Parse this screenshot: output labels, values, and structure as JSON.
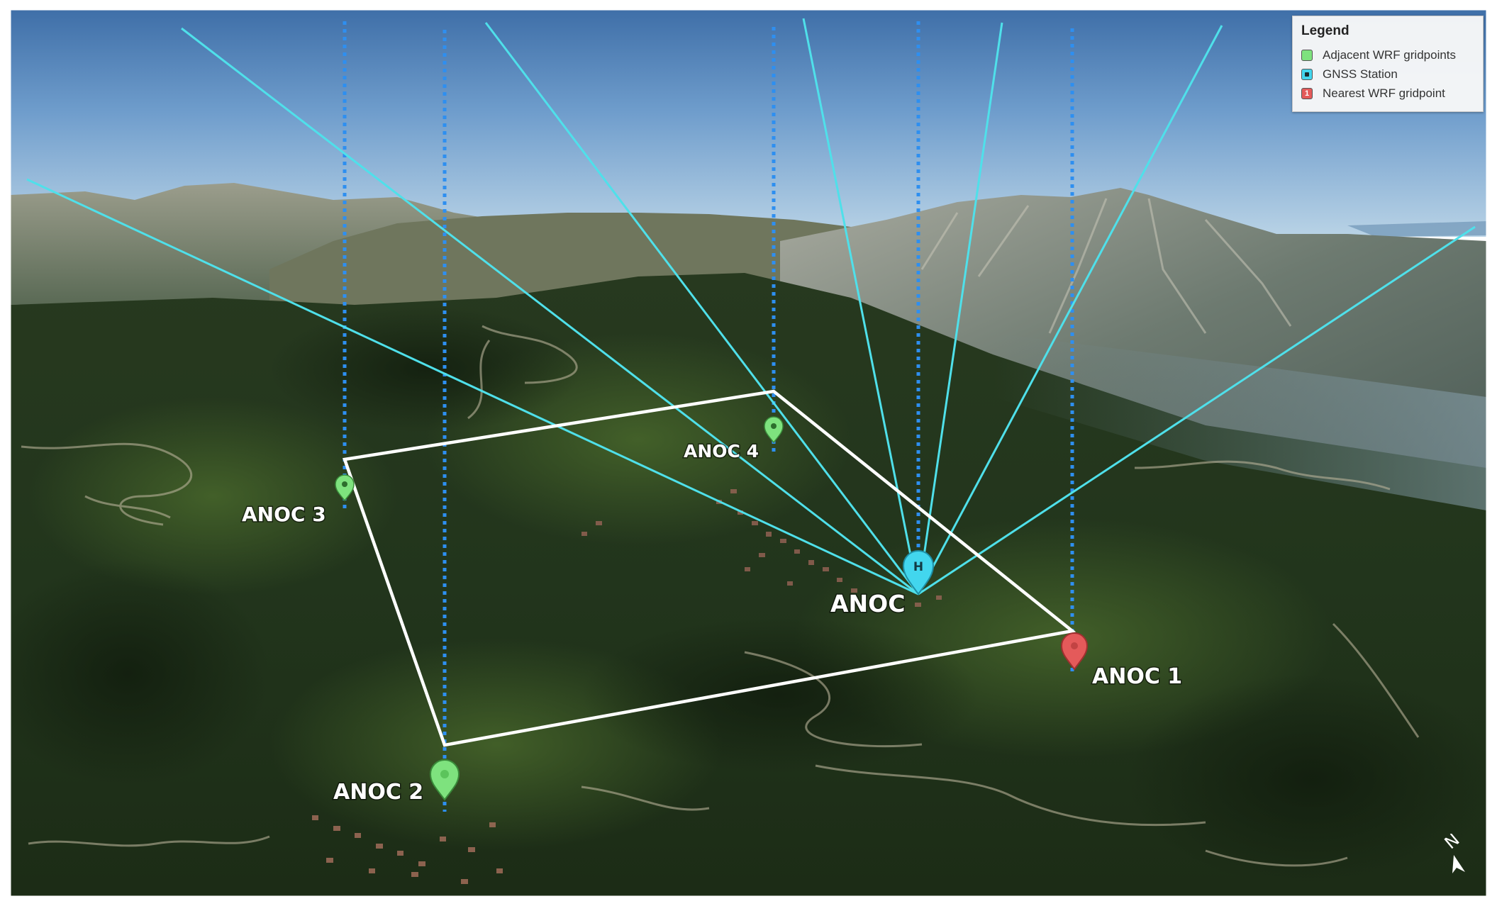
{
  "legend": {
    "title": "Legend",
    "items": [
      {
        "label": "Adjacent WRF gridpoints",
        "color": "#7ee27e",
        "icon": "green-marker-icon"
      },
      {
        "label": "GNSS Station",
        "color": "#42d6ee",
        "icon": "gnss-station-icon"
      },
      {
        "label": "Nearest WRF gridpoint",
        "color": "#e45a5a",
        "icon": "red-marker-icon",
        "badge": "1"
      }
    ]
  },
  "stations": {
    "gnss": {
      "label": "ANOC",
      "marker_letter": "H"
    },
    "anoc1": {
      "label": "ANOC 1"
    },
    "anoc2": {
      "label": "ANOC 2"
    },
    "anoc3": {
      "label": "ANOC 3"
    },
    "anoc4": {
      "label": "ANOC 4"
    }
  },
  "compass": {
    "letter": "N"
  },
  "colors": {
    "gnss_ray": "#4fe0ea",
    "vertical_dotted": "#2e8ff0",
    "grid_outline": "#ffffff",
    "adjacent_marker": "#7ee27e",
    "nearest_marker": "#e45a5a",
    "gnss_marker": "#42d6ee"
  }
}
